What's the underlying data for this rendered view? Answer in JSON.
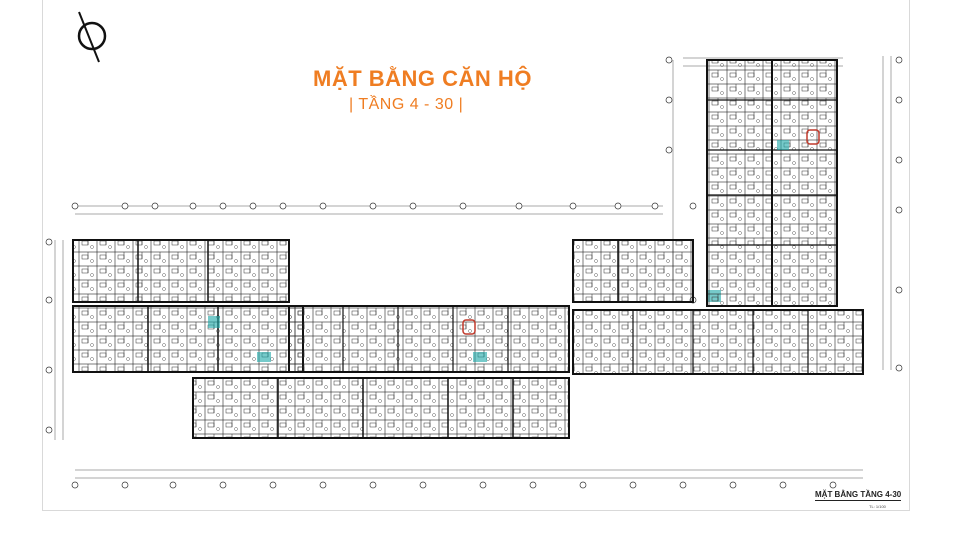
{
  "plan": {
    "title": "MẶT BẰNG CĂN HỘ",
    "subtitle": "| TẦNG 4 - 30 |",
    "drawing_caption": "MẶT BẰNG TẦNG 4-30",
    "scale_note": "TL: 1/100"
  },
  "colors": {
    "title": "#ef7d22",
    "wall": "#111111",
    "grid": "#555555",
    "accent_teal": "#1aa6a6",
    "accent_red": "#c0392b"
  },
  "icons": {
    "north_arrow": "north-arrow-icon"
  }
}
